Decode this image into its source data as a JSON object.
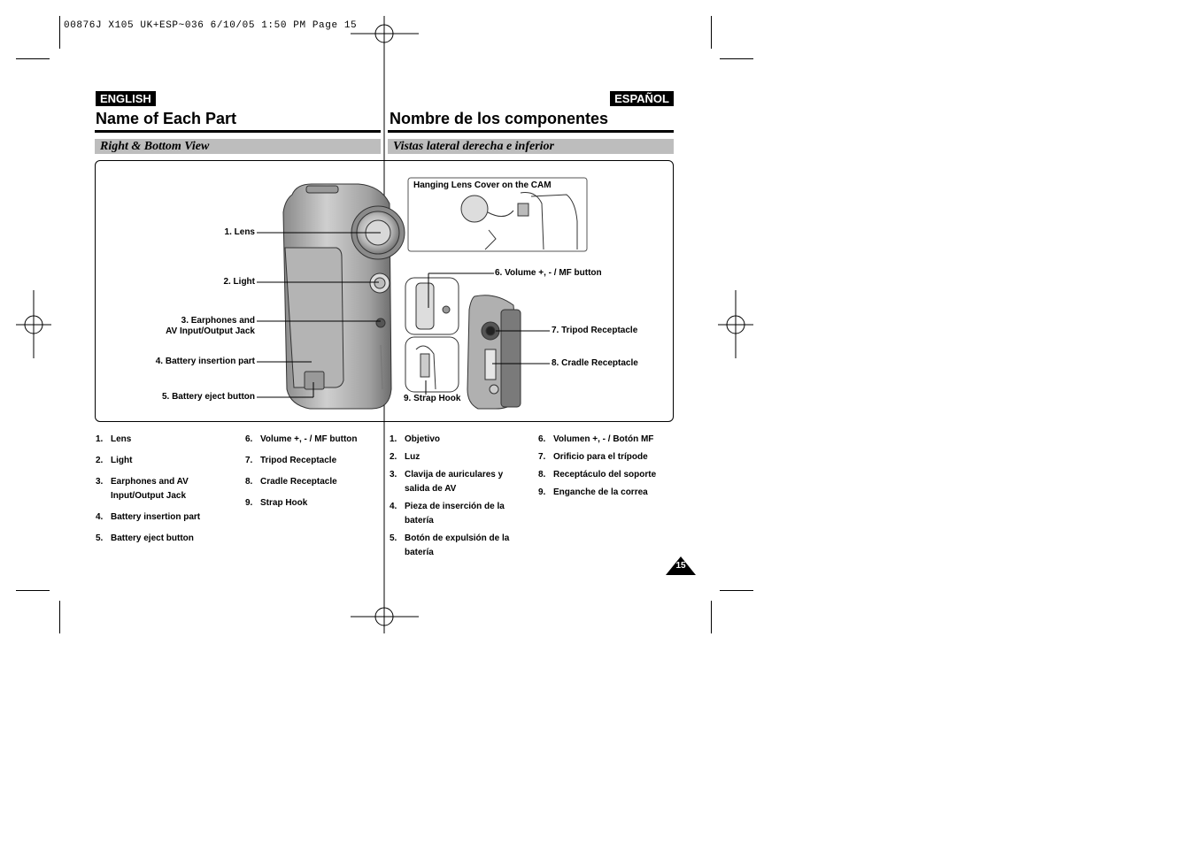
{
  "print_info": "00876J X105 UK+ESP~036  6/10/05 1:50 PM  Page 15",
  "english": {
    "badge": "ENGLISH",
    "title": "Name of Each Part",
    "subtitle": "Right & Bottom View",
    "parts": [
      {
        "num": "1.",
        "label": "Lens"
      },
      {
        "num": "2.",
        "label": "Light"
      },
      {
        "num": "3.",
        "label": "Earphones and AV Input/Output Jack"
      },
      {
        "num": "4.",
        "label": "Battery insertion part"
      },
      {
        "num": "5.",
        "label": "Battery eject button"
      },
      {
        "num": "6.",
        "label": "Volume +, - / MF button"
      },
      {
        "num": "7.",
        "label": "Tripod Receptacle"
      },
      {
        "num": "8.",
        "label": "Cradle Receptacle"
      },
      {
        "num": "9.",
        "label": "Strap Hook"
      }
    ]
  },
  "spanish": {
    "badge": "ESPAÑOL",
    "title": "Nombre de los componentes",
    "subtitle": "Vistas lateral derecha e inferior",
    "parts": [
      {
        "num": "1.",
        "label": "Objetivo"
      },
      {
        "num": "2.",
        "label": "Luz"
      },
      {
        "num": "3.",
        "label": "Clavija de auriculares y salida de AV"
      },
      {
        "num": "4.",
        "label": "Pieza de inserción de la batería"
      },
      {
        "num": "5.",
        "label": "Botón de expulsión de la batería"
      },
      {
        "num": "6.",
        "label": "Volumen +, - / Botón MF"
      },
      {
        "num": "7.",
        "label": "Orificio para el trípode"
      },
      {
        "num": "8.",
        "label": "Receptáculo del soporte"
      },
      {
        "num": "9.",
        "label": "Enganche de la correa"
      }
    ]
  },
  "figure": {
    "inset_title": "Hanging Lens Cover on the CAM",
    "callouts": {
      "lens": "1. Lens",
      "light": "2. Light",
      "jack_line1": "3. Earphones and",
      "jack_line2": "AV Input/Output Jack",
      "battery_insertion": "4. Battery insertion part",
      "battery_eject": "5. Battery eject button",
      "volume": "6. Volume +, - / MF button",
      "tripod": "7. Tripod Receptacle",
      "cradle": "8. Cradle Receptacle",
      "strap": "9. Strap Hook"
    }
  },
  "page_number": "15"
}
